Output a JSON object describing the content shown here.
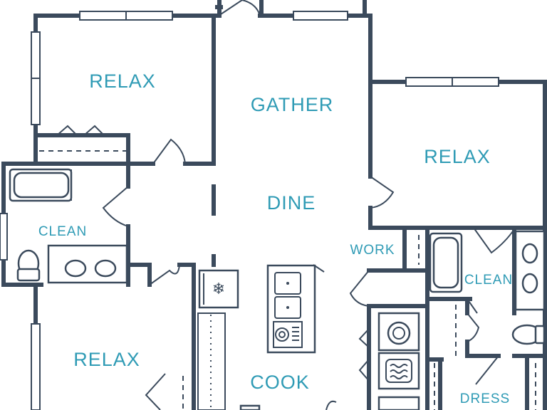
{
  "rooms": {
    "relax_top_left": "RELAX",
    "gather": "GATHER",
    "relax_right": "RELAX",
    "dine": "DINE",
    "clean_left": "CLEAN",
    "work": "WORK",
    "clean_right": "CLEAN",
    "relax_bottom_left": "RELAX",
    "cook": "COOK",
    "dress": "DRESS"
  },
  "colors": {
    "wall": "#3b4a5c",
    "label": "#2f9bb5",
    "background": "#ffffff"
  }
}
